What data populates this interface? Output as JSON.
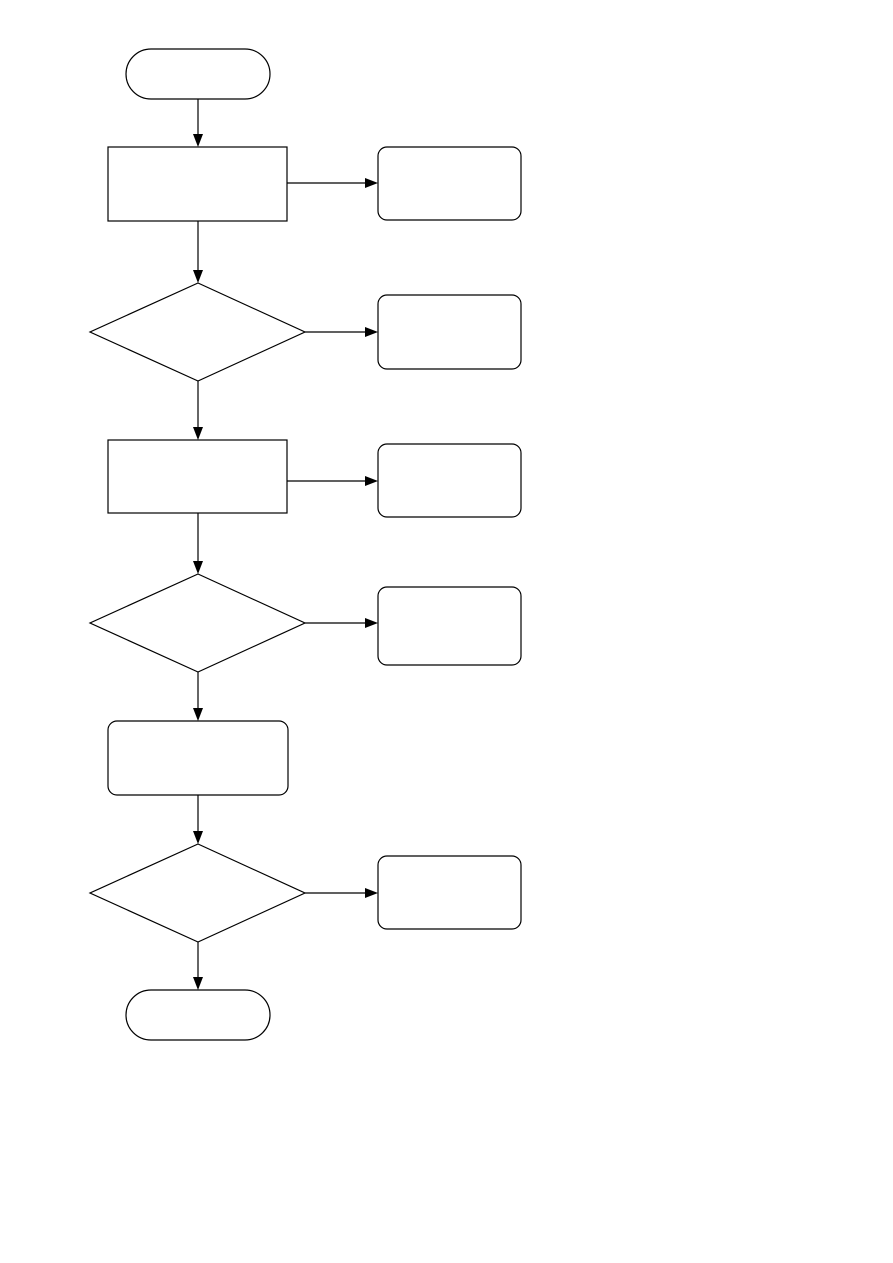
{
  "diagram": {
    "type": "flowchart",
    "colors": {
      "stroke": "#000000",
      "fill": "#ffffff",
      "background": "#ffffff"
    },
    "nodes": [
      {
        "id": "start",
        "shape": "terminal",
        "label": ""
      },
      {
        "id": "step-1",
        "shape": "process",
        "label": ""
      },
      {
        "id": "side-1",
        "shape": "rounded-box",
        "label": ""
      },
      {
        "id": "decision-1",
        "shape": "decision",
        "label": ""
      },
      {
        "id": "side-2",
        "shape": "rounded-box",
        "label": ""
      },
      {
        "id": "step-2",
        "shape": "process",
        "label": ""
      },
      {
        "id": "side-3",
        "shape": "rounded-box",
        "label": ""
      },
      {
        "id": "decision-2",
        "shape": "decision",
        "label": ""
      },
      {
        "id": "side-4",
        "shape": "rounded-box",
        "label": ""
      },
      {
        "id": "step-3",
        "shape": "rounded-box",
        "label": ""
      },
      {
        "id": "decision-3",
        "shape": "decision",
        "label": ""
      },
      {
        "id": "side-5",
        "shape": "rounded-box",
        "label": ""
      },
      {
        "id": "end",
        "shape": "terminal",
        "label": ""
      }
    ],
    "edges": [
      {
        "from": "start",
        "to": "step-1"
      },
      {
        "from": "step-1",
        "to": "side-1"
      },
      {
        "from": "step-1",
        "to": "decision-1"
      },
      {
        "from": "decision-1",
        "to": "side-2"
      },
      {
        "from": "decision-1",
        "to": "step-2"
      },
      {
        "from": "step-2",
        "to": "side-3"
      },
      {
        "from": "step-2",
        "to": "decision-2"
      },
      {
        "from": "decision-2",
        "to": "side-4"
      },
      {
        "from": "decision-2",
        "to": "step-3"
      },
      {
        "from": "step-3",
        "to": "decision-3"
      },
      {
        "from": "decision-3",
        "to": "side-5"
      },
      {
        "from": "decision-3",
        "to": "end"
      }
    ]
  }
}
